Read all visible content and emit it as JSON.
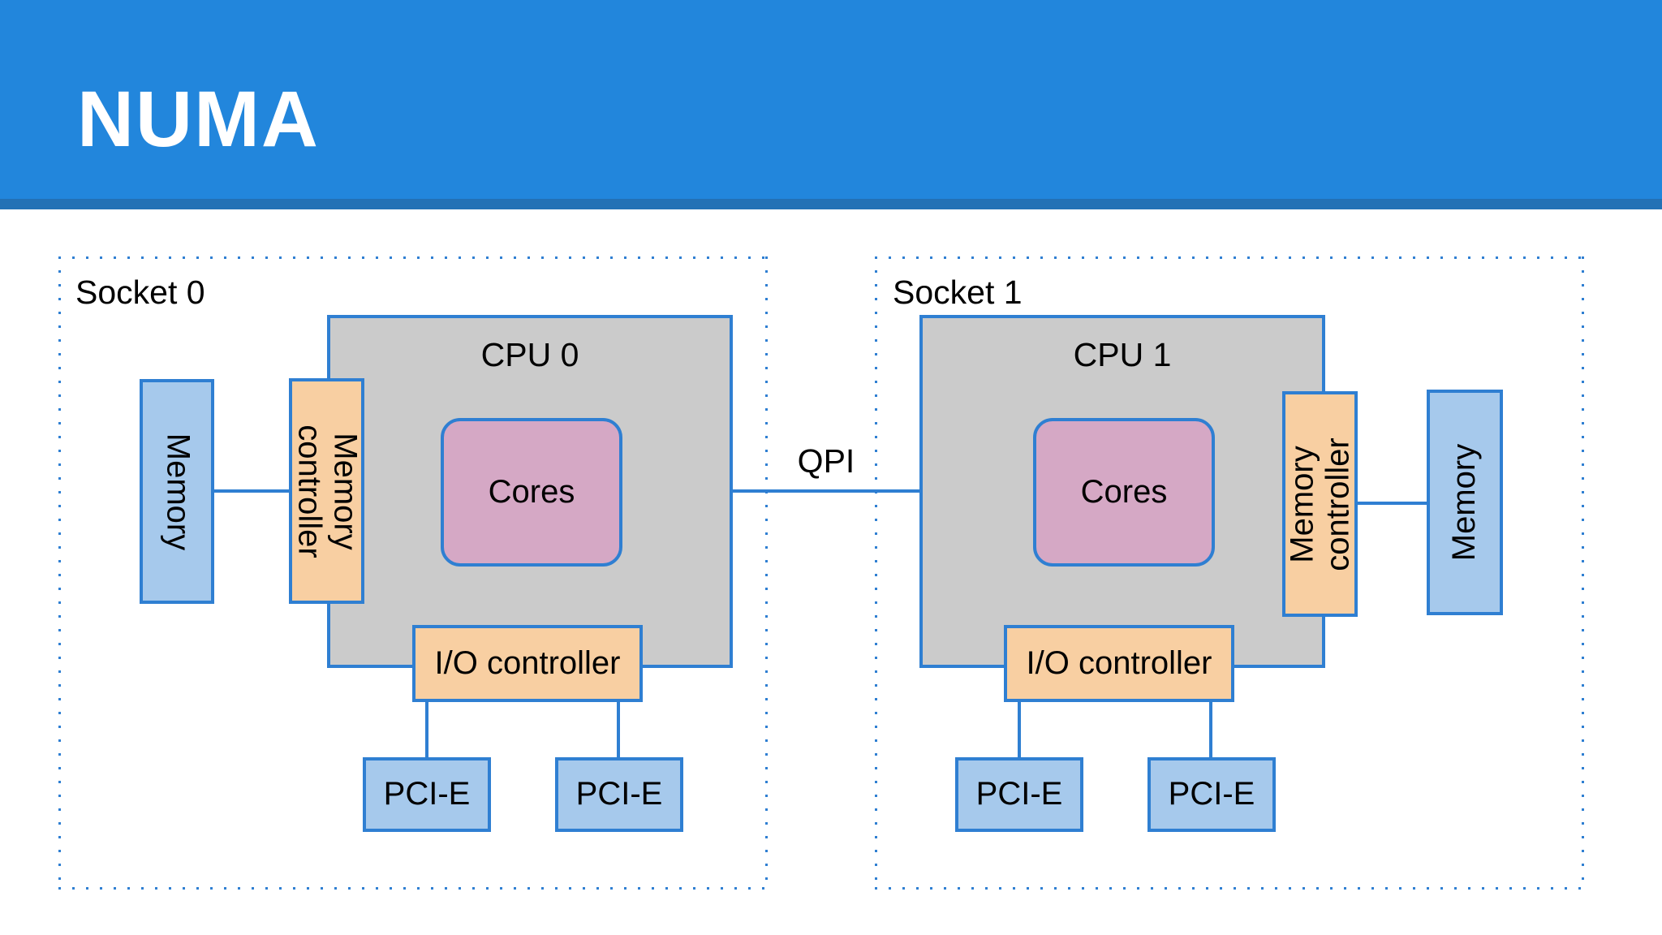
{
  "title": "NUMA",
  "qpi": {
    "label": "QPI"
  },
  "colors": {
    "banner": "#2286DC",
    "banner_strip": "#2371B5",
    "line": "#2F7FD2",
    "cpu_fill": "#CBCBCB",
    "cores_fill": "#D5A8C5",
    "controller_fill": "#F8CFA2",
    "memory_fill": "#A6C9EC"
  },
  "sockets": [
    {
      "label": "Socket 0",
      "cpu": "CPU 0",
      "cores": "Cores",
      "memory": "Memory",
      "memory_controller": "Memory controller",
      "io_controller": "I/O controller",
      "pcie": [
        "PCI-E",
        "PCI-E"
      ]
    },
    {
      "label": "Socket 1",
      "cpu": "CPU 1",
      "cores": "Cores",
      "memory": "Memory",
      "memory_controller": "Memory controller",
      "io_controller": "I/O controller",
      "pcie": [
        "PCI-E",
        "PCI-E"
      ]
    }
  ]
}
